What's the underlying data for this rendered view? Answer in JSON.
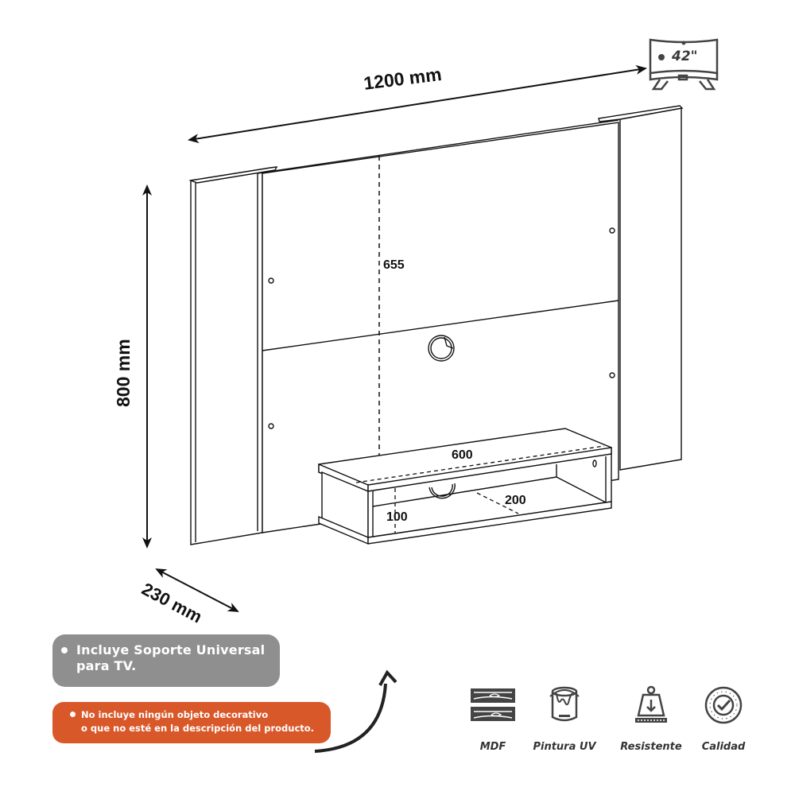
{
  "dimensions": {
    "width": "1200 mm",
    "height": "800 mm",
    "depth": "230 mm",
    "panel_height": "655",
    "shelf_width": "600",
    "shelf_depth": "200",
    "shelf_height": "100"
  },
  "tv_badge": {
    "size": "42\"",
    "icon": "curved-tv-icon"
  },
  "notes": {
    "includes": "Incluye Soporte Universal para TV.",
    "excludes_line1": "No incluye ningún objeto decorativo",
    "excludes_line2": "o que no esté en la descripción del producto."
  },
  "features": [
    {
      "label": "MDF",
      "icon": "wood-planks-icon"
    },
    {
      "label": "Pintura UV",
      "icon": "paint-bucket-icon"
    },
    {
      "label": "Resistente",
      "icon": "weight-icon"
    },
    {
      "label": "Calidad",
      "icon": "quality-badge-icon"
    }
  ],
  "colors": {
    "line": "#111111",
    "gray_note": "#8f8f8f",
    "orange_note": "#d9582a",
    "icon_gray": "#444444"
  }
}
